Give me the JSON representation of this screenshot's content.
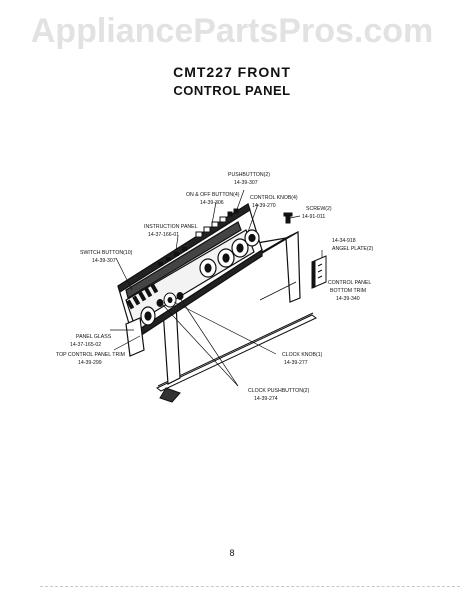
{
  "watermark": "AppliancePartsPros.com",
  "title": {
    "line1": "CMT227  FRONT",
    "line2": "CONTROL PANEL"
  },
  "callouts": {
    "pushbutton": {
      "name": "PUSHBUTTON(2)",
      "part": "14-39-307"
    },
    "on_off_button": {
      "name": "ON & OFF BUTTON(4)",
      "part": "14-39-306"
    },
    "control_knob": {
      "name": "CONTROL KNOB(4)",
      "part": "14-39-270"
    },
    "screw": {
      "name": "SCREW(2)",
      "part": "14-91-011"
    },
    "instruction_panel": {
      "name": "INSTRUCTION PANEL",
      "part": "14-37-166-01"
    },
    "angel_plate": {
      "name": "14-34-918",
      "part": "ANGEL PLATE(2)"
    },
    "switch_button": {
      "name": "SWITCH BUTTON(10)",
      "part": "14-39-307"
    },
    "bottom_trim": {
      "name": "CONTROL PANEL",
      "line2": "BOTTOM TRIM",
      "part": "14-39-340"
    },
    "panel_glass": {
      "name": "PANEL GLASS",
      "part": "14-37-165-02"
    },
    "top_trim": {
      "name": "TOP CONTROL PANEL TRIM",
      "part": "14-39-299"
    },
    "clock_knob": {
      "name": "CLOCK KNOB(1)",
      "part": "14-39-277"
    },
    "clock_pushbutton": {
      "name": "CLOCK PUSHBUTTON(2)",
      "part": "14-39-274"
    }
  },
  "page_number": "8"
}
